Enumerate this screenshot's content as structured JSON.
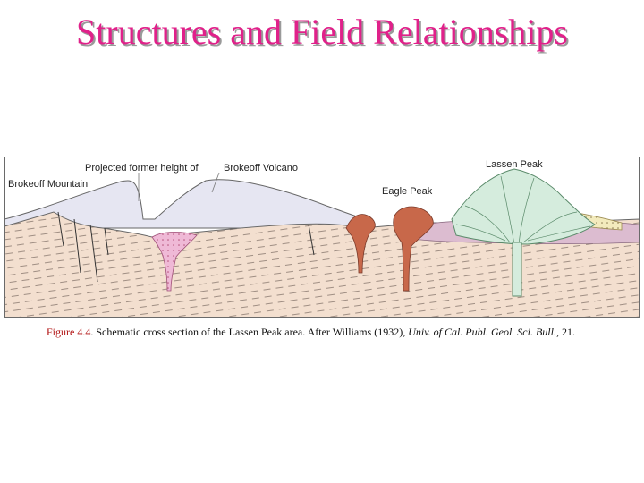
{
  "slide": {
    "title": "Structures and Field Relationships"
  },
  "figure": {
    "labels": {
      "projected_height": "Projected former height of",
      "brokeoff_volcano": "Brokeoff Volcano",
      "brokeoff_mountain": "Brokeoff Mountain",
      "eagle_peak": "Eagle Peak",
      "lassen_peak": "Lassen Peak"
    },
    "colors": {
      "sky_volcano": "#e6e6f2",
      "strata": "#f3dfcf",
      "pink_intrusion": "#efb9d6",
      "dome_red": "#c8684a",
      "lassen_green": "#d5ecdd",
      "purple_layer": "#dcbcd0",
      "yellow_deposit": "#f3ebbd",
      "frame": "#6a6a6a"
    }
  },
  "caption": {
    "figure_number": "Figure 4.4",
    "text": ". Schematic cross section of the Lassen Peak area. After Williams (1932),",
    "journal": "Univ. of Cal. Publ. Geol. Sci. Bull.",
    "suffix": ", 21."
  }
}
